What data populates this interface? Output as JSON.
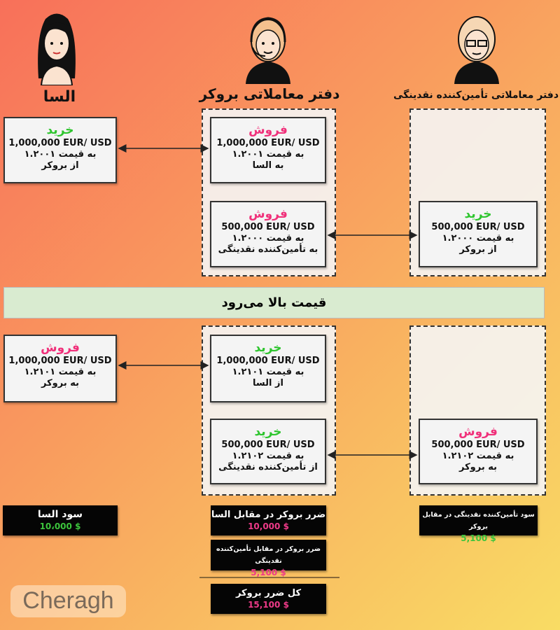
{
  "colors": {
    "buy": "#2ec52e",
    "sell": "#f0307a",
    "banner": "#d9ebd0"
  },
  "actors": {
    "elsa": "السا",
    "broker": "دفتر معاملاتی بروکر",
    "lp": "دفتر معاملاتی تأمین‌کننده نقدینگی"
  },
  "phase1": {
    "elsa": {
      "action": "خرید",
      "pair": "1,000,000 EUR/ USD",
      "price": "به قیمت ۱.۲۰۰۱",
      "party": "از بروکر"
    },
    "broker_top": {
      "action": "فروش",
      "pair": "1,000,000 EUR/ USD",
      "price": "به قیمت ۱.۲۰۰۱",
      "party": "به السا"
    },
    "broker_bottom": {
      "action": "فروش",
      "pair": "500,000 EUR/ USD",
      "price": "به قیمت ۱.۲۰۰۰",
      "party": "به تأمین‌کننده نقدینگی"
    },
    "lp": {
      "action": "خرید",
      "pair": "500,000 EUR/ USD",
      "price": "به قیمت ۱.۲۰۰۰",
      "party": "از بروکر"
    }
  },
  "banner": "قیمت بالا می‌رود",
  "phase2": {
    "elsa": {
      "action": "فروش",
      "pair": "1,000,000 EUR/ USD",
      "price": "به قیمت ۱.۲۱۰۱",
      "party": "به بروکر"
    },
    "broker_top": {
      "action": "خرید",
      "pair": "1,000,000 EUR/ USD",
      "price": "به قیمت ۱.۲۱۰۱",
      "party": "از السا"
    },
    "broker_bottom": {
      "action": "خرید",
      "pair": "500,000 EUR/ USD",
      "price": "به قیمت ۱.۲۱۰۲",
      "party": "از تأمین‌کننده نقدینگی"
    },
    "lp": {
      "action": "فروش",
      "pair": "500,000 EUR/ USD",
      "price": "به قیمت ۱.۲۱۰۲",
      "party": "به بروکر"
    }
  },
  "results": {
    "elsa": {
      "label": "سود السا",
      "value": "10،000 $"
    },
    "broker_vs_elsa": {
      "label": "ضرر بروکر در مقابل السا",
      "value": "10,000 $"
    },
    "broker_vs_lp": {
      "label": "ضرر بروکر در مقابل تأمین‌کننده نقدینگی",
      "value": "5,100 $"
    },
    "broker_total": {
      "label": "کل ضرر بروکر",
      "value": "15,100 $"
    },
    "lp": {
      "label": "سود تأمین‌کننده نقدینگی در مقابل بروکر",
      "value": "5,100 $"
    }
  },
  "logo": "Cheragh"
}
